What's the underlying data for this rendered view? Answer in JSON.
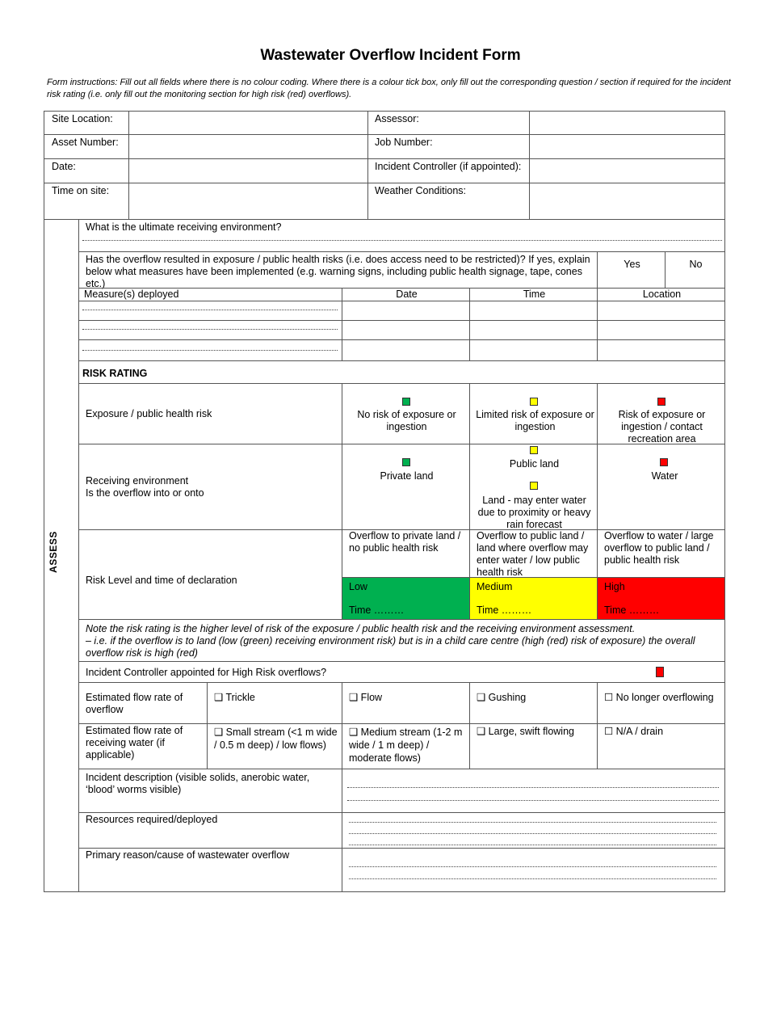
{
  "title": "Wastewater Overflow Incident Form",
  "instructions": "Form instructions: Fill out all fields where there is no colour coding. Where there is a colour tick box, only fill out the corresponding question / section if required for the incident risk rating (i.e. only fill out the monitoring section for high risk (red) overflows).",
  "header_fields": {
    "site_location": "Site Location:",
    "assessor": "Assessor:",
    "asset_number": "Asset Number:",
    "job_number": "Job Number:",
    "date": "Date:",
    "incident_controller": "Incident Controller (if appointed):",
    "time_on_site": "Time on site:",
    "weather_conditions": "Weather Conditions:"
  },
  "assess_label": "ASSESS",
  "receiving_env_question": "What is the ultimate receiving environment?",
  "exposure_question": "Has the overflow resulted in exposure / public health risks (i.e. does access need to be restricted)? If yes, explain below what measures have been implemented (e.g. warning signs, including public health signage, tape, cones etc.)",
  "yes": "Yes",
  "no": "No",
  "measures_table": {
    "col_measures": "Measure(s) deployed",
    "col_date": "Date",
    "col_time": "Time",
    "col_location": "Location"
  },
  "risk_rating": {
    "heading": "RISK RATING",
    "exposure_label": "Exposure / public health risk",
    "exposure_low": "No risk of exposure or ingestion",
    "exposure_medium": "Limited risk of exposure or ingestion",
    "exposure_high": "Risk of exposure or ingestion / contact recreation area",
    "receiving_label_1": "Receiving environment",
    "receiving_label_2": "Is the overflow into or onto",
    "receiving_low": "Private land",
    "receiving_medium_1": "Public land",
    "receiving_medium_2": "Land - may enter water due to proximity or heavy rain forecast",
    "receiving_high": "Water",
    "level_label": "Risk Level and time of declaration",
    "level_low_desc": "Overflow to private land / no public health risk",
    "level_medium_desc": "Overflow to public land / land where overflow may enter water / low public health risk",
    "level_high_desc": "Overflow to water / large overflow to public land / public health risk",
    "low": "Low",
    "medium": "Medium",
    "high": "High",
    "time_low": "Time ………",
    "time_medium": "Time ………",
    "time_high": "Time ………"
  },
  "note": "Note the risk rating is the higher level of risk of the exposure / public health risk and the receiving environment assessment.\n – i.e. if the overflow is to land (low (green) receiving environment risk) but is in a child care centre (high (red) risk of exposure) the overall overflow risk is high (red)",
  "incident_controller_question": "Incident Controller appointed for High Risk overflows?",
  "flow_rate": {
    "label": "Estimated flow rate of overflow",
    "opt1": "❑ Trickle",
    "opt2": "❑ Flow",
    "opt3": "❑ Gushing",
    "opt4": "☐ No longer overflowing"
  },
  "receiving_flow": {
    "label": "Estimated flow rate of receiving water (if applicable)",
    "opt1": "❑ Small stream (<1 m wide / 0.5 m deep) / low flows)",
    "opt2": "❑ Medium stream (1-2 m wide / 1 m deep) / moderate flows)",
    "opt3": "❑ Large, swift flowing",
    "opt4": "☐ N/A / drain"
  },
  "incident_description": "Incident description (visible solids, anerobic water, ‘blood’ worms visible)",
  "resources": "Resources required/deployed",
  "primary_reason": "Primary reason/cause of wastewater overflow",
  "colors": {
    "low": "#00b050",
    "medium": "#ffff00",
    "high": "#ff0000"
  }
}
